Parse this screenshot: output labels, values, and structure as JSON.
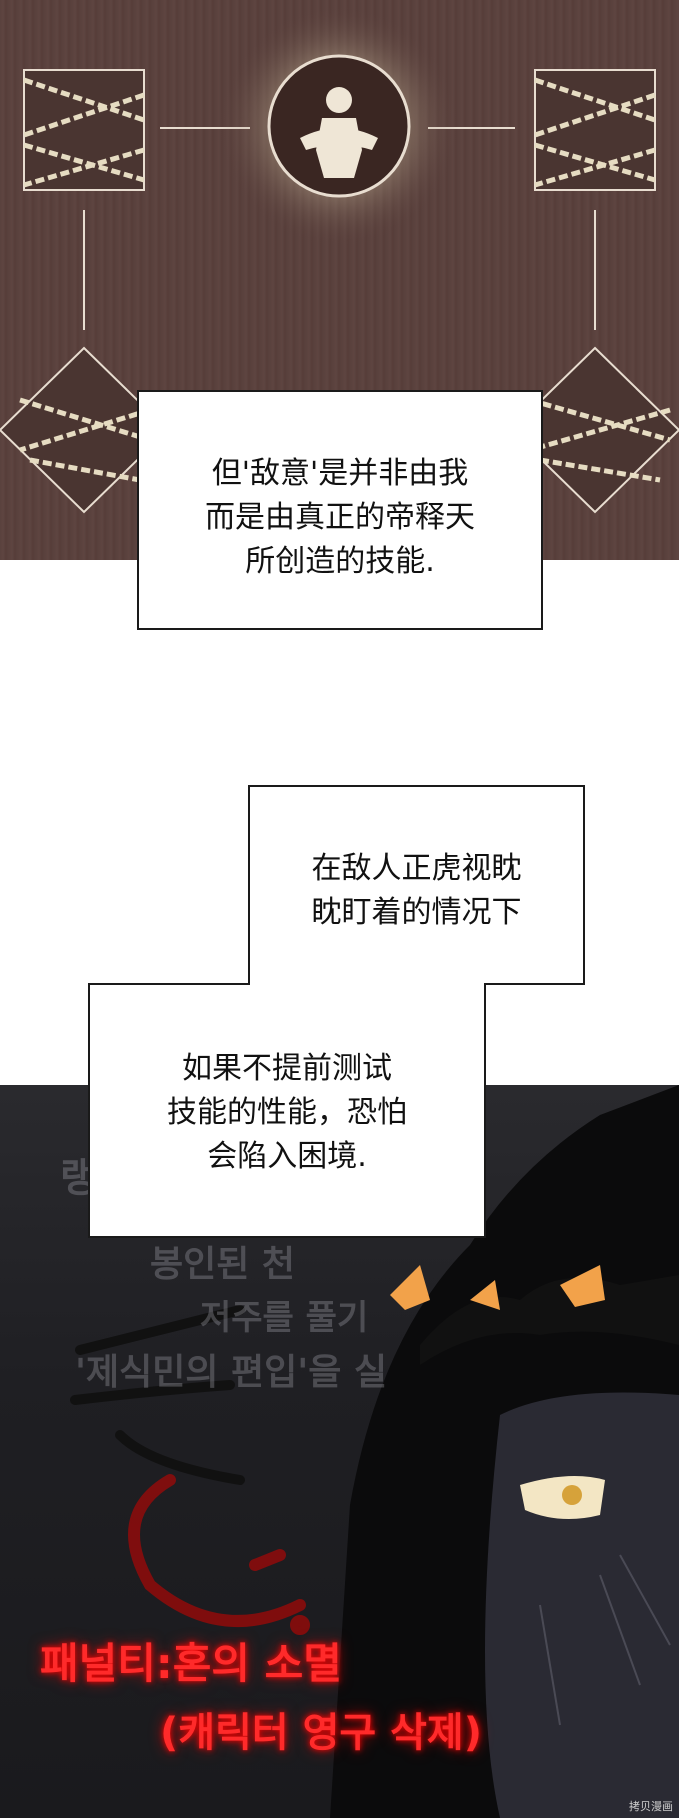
{
  "narration": {
    "box1": [
      "但'敌意'是并非由我",
      "而是由真正的帝释天",
      "所创造的技能."
    ],
    "box2": [
      "在敌人正虎视眈",
      "眈盯着的情况下"
    ],
    "box3": [
      "如果不提前测试",
      "技能的性能，恐怕",
      "会陷入困境."
    ]
  },
  "background_text": {
    "ghost_lines": [
      "랭커의 목",
      "봉인된 천",
      "저주를 풀기",
      "'제식민의 편입'을 실"
    ],
    "penalty_line1": "패널티:혼의 소멸",
    "penalty_line2": "(캐릭터 영구 삭제)",
    "sfx": "큭"
  },
  "watermark": "拷贝漫画",
  "colors": {
    "top_panel": "#5a413d",
    "bottom_panel": "#1f1f23",
    "penalty_red": "#ff2a2a",
    "sfx_red": "#8a0c0c"
  }
}
